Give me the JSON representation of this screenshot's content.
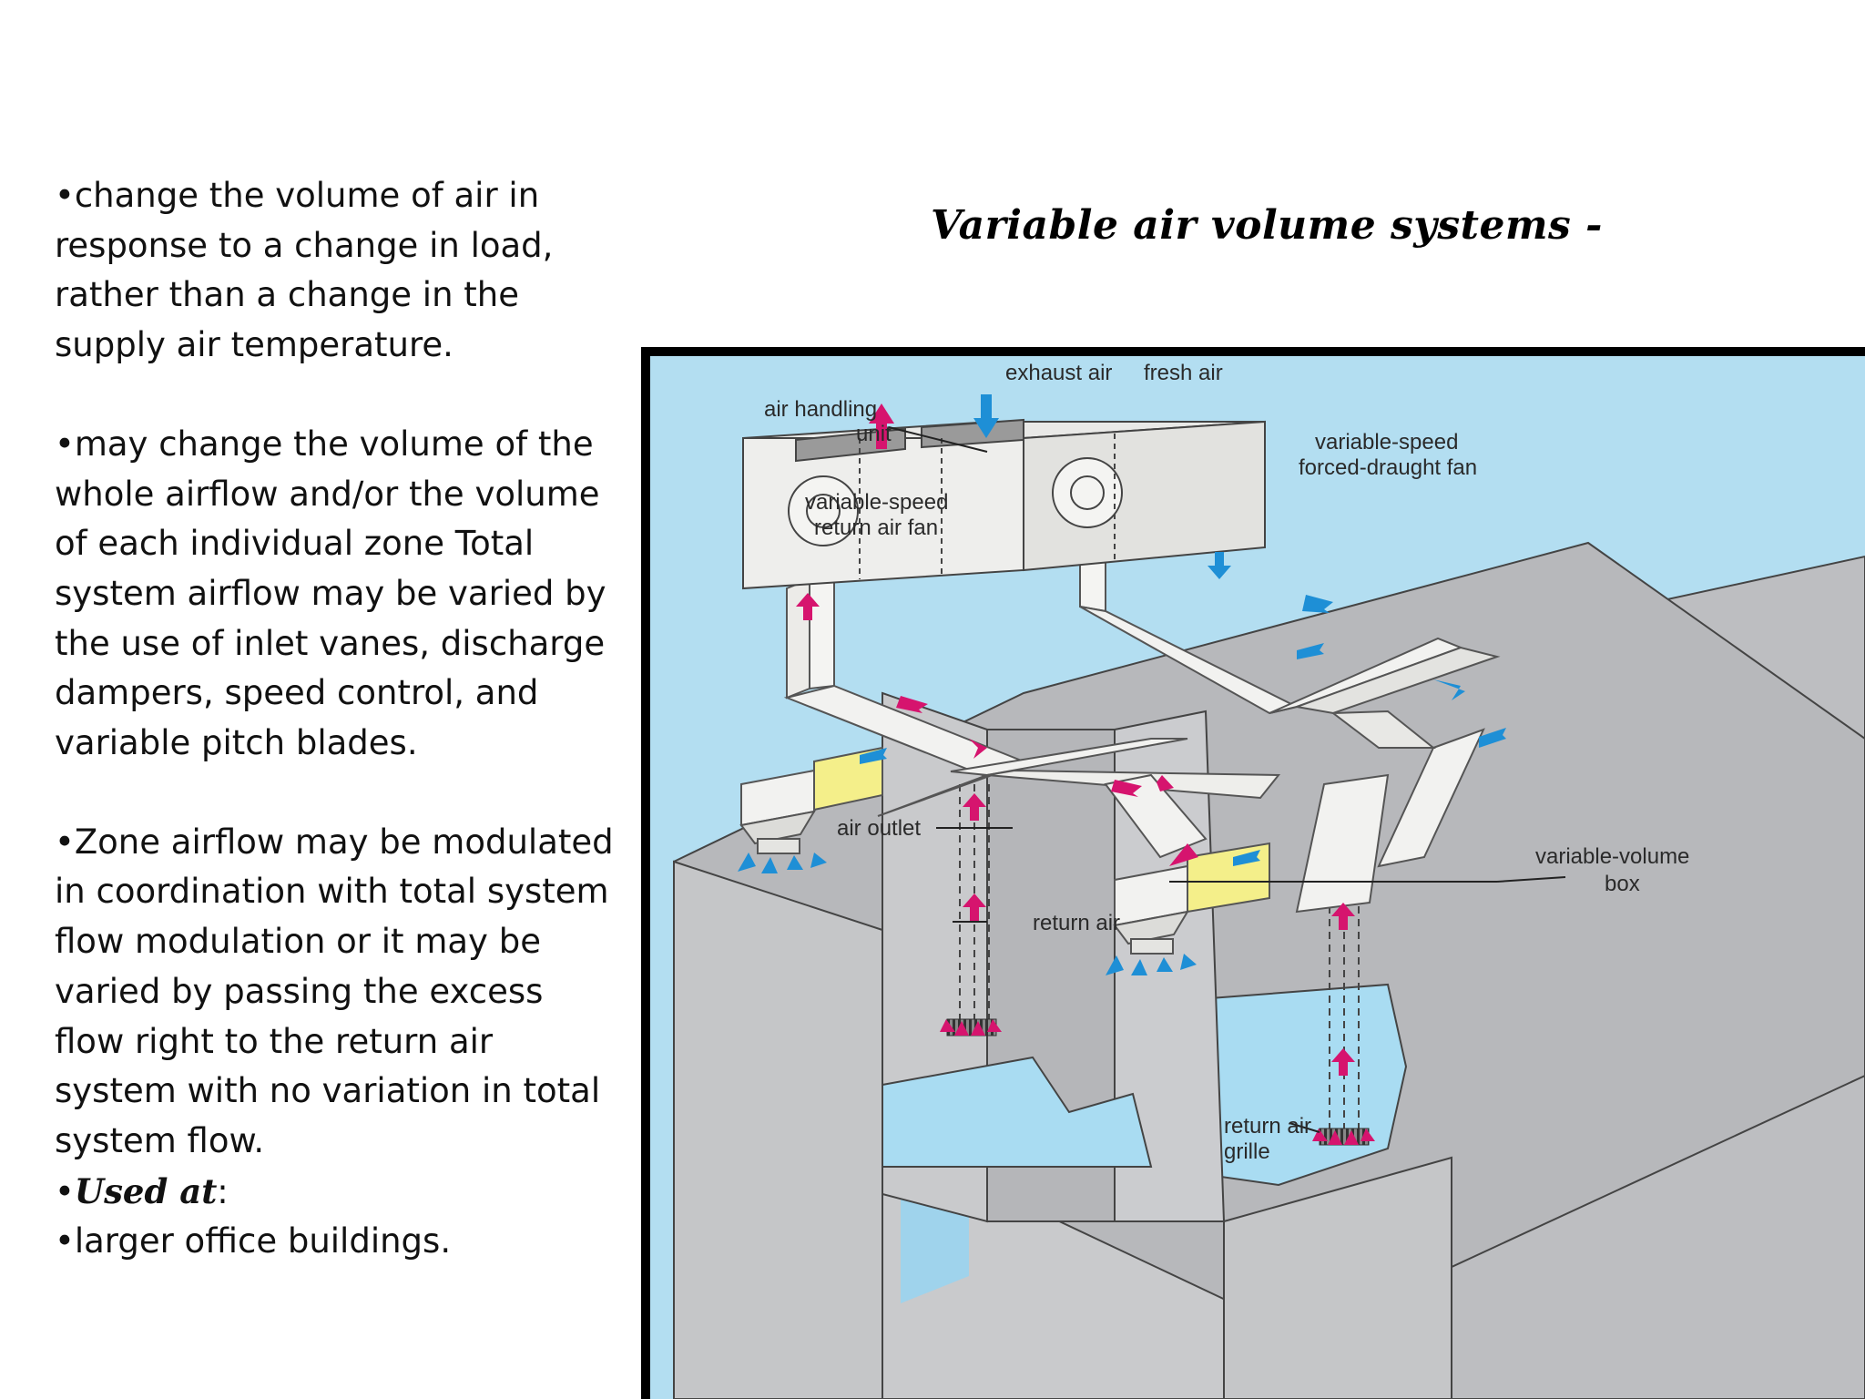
{
  "title": "Variable air volume systems -",
  "text": {
    "p1": "•change the volume of air in response to a change in load, rather than a change in the supply air temperature.",
    "p2": "•may change the volume of the whole airflow and/or the volume of each individual zone Total system airflow may be varied by the use of inlet vanes, discharge dampers, speed control, and variable pitch blades.",
    "p3": "•Zone airflow may be modulated in coordination with total system flow modulation or it may be varied by passing the excess flow right to the return air system with no variation in total system flow.",
    "used_bullet": "•",
    "used_label": "Used at",
    "used_colon": ":",
    "p4": "•larger office buildings."
  },
  "diagram": {
    "labels": {
      "exhaust_air": "exhaust air",
      "fresh_air": "fresh air",
      "ahu_line1": "air handling",
      "ahu_line2": "unit",
      "vs_fan_line1": "variable-speed",
      "vs_fan_line2": "forced-draught fan",
      "return_fan_line1": "variable-speed",
      "return_fan_line2": "return air fan",
      "air_outlet": "air outlet",
      "return_air": "return air",
      "vav_line1": "variable-volume",
      "vav_line2": "box",
      "grille_line1": "return air",
      "grille_line2": "grille"
    },
    "colors": {
      "background": "#b3def1",
      "wall": "#c7c8ca",
      "wall_dark": "#9ea0a3",
      "duct": "#f2f2f0",
      "vav_box": "#f4ef8a",
      "supply_arrow": "#1e8fd6",
      "return_arrow": "#d6146e",
      "frame": "#000000"
    }
  }
}
